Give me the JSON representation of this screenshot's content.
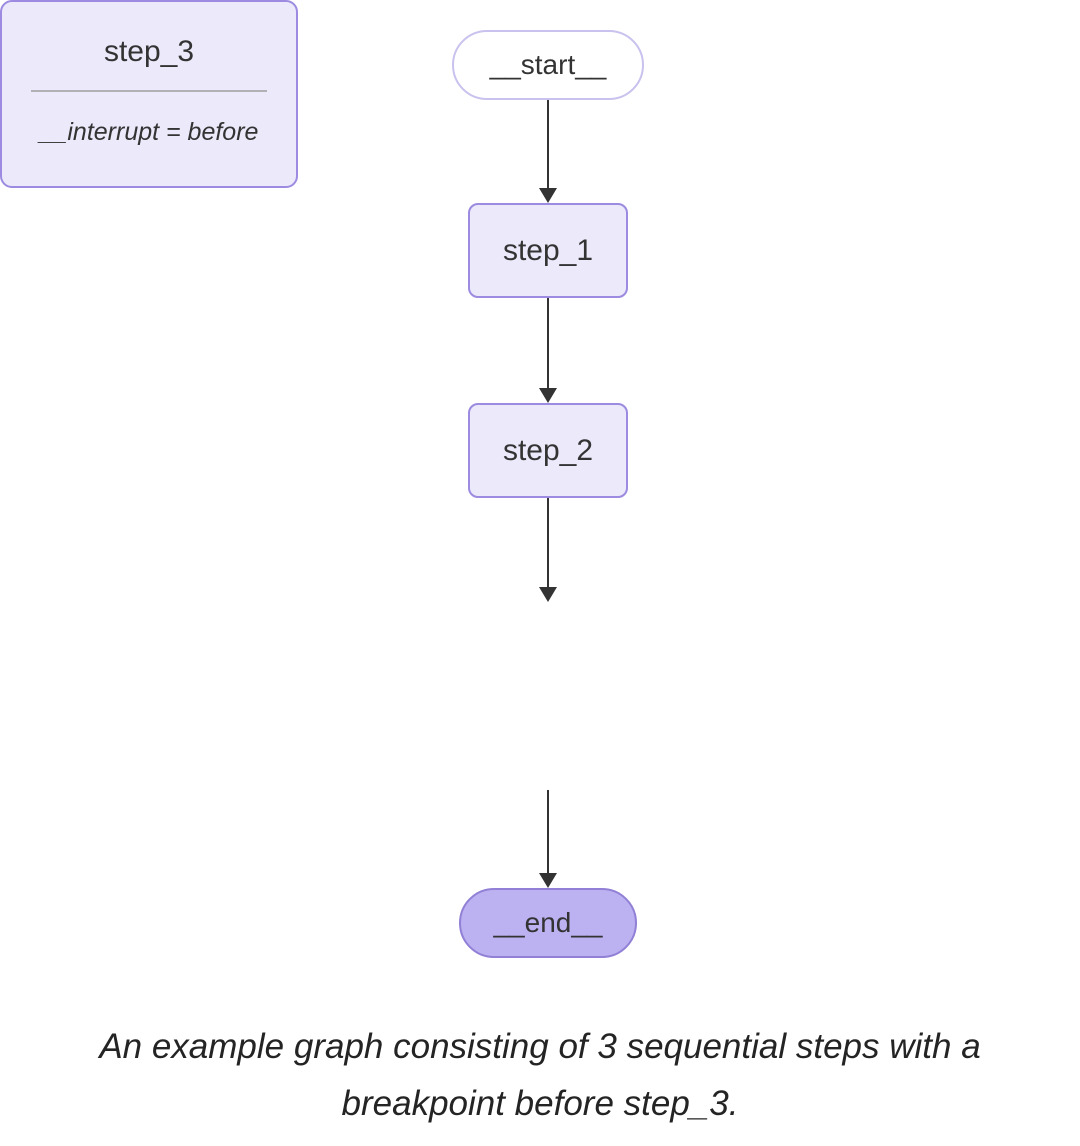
{
  "diagram": {
    "nodes": {
      "start": {
        "label": "__start__"
      },
      "step1": {
        "label": "step_1"
      },
      "step2": {
        "label": "step_2"
      },
      "step3": {
        "label": "step_3",
        "annotation": "__interrupt = before"
      },
      "end": {
        "label": "__end__"
      }
    },
    "edges": [
      {
        "from": "__start__",
        "to": "step_1"
      },
      {
        "from": "step_1",
        "to": "step_2"
      },
      {
        "from": "step_2",
        "to": "step_3"
      },
      {
        "from": "step_3",
        "to": "__end__"
      }
    ]
  },
  "caption": {
    "lines": [
      "An example graph consisting of 3 sequential steps with a",
      "breakpoint before step_3."
    ]
  },
  "colors": {
    "background": "#ffffff",
    "node_fill": "#ece9fb",
    "node_border": "#9c8be0",
    "start_fill": "#ffffff",
    "start_border": "#c9c2ee",
    "end_fill": "#bcb1f1",
    "end_border": "#9180d6",
    "edge": "#333333",
    "node_text": "#333333",
    "divider": "#9e9e9e",
    "caption_text": "#242424"
  }
}
